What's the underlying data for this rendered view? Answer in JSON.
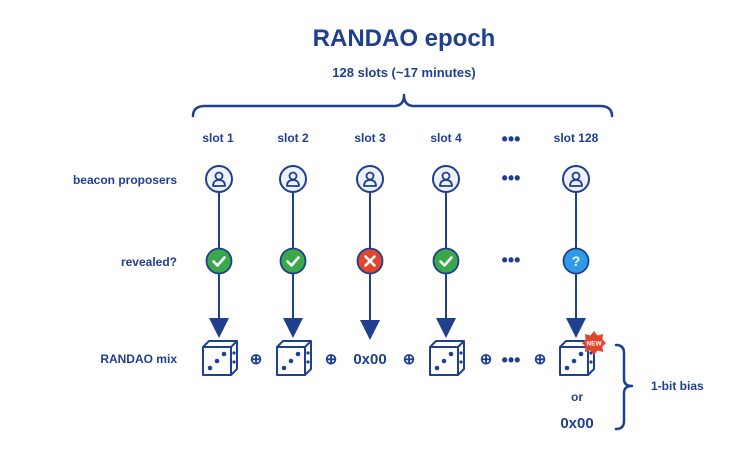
{
  "title": "RANDAO epoch",
  "subtitle": "128 slots (~17 minutes)",
  "rows": {
    "proposers": "beacon proposers",
    "revealed": "revealed?",
    "mix": "RANDAO mix"
  },
  "slots": [
    {
      "label": "slot 1",
      "status": "check",
      "mix": "dice"
    },
    {
      "label": "slot 2",
      "status": "check",
      "mix": "dice"
    },
    {
      "label": "slot 3",
      "status": "cross",
      "mix": "0x00"
    },
    {
      "label": "slot 4",
      "status": "check",
      "mix": "dice"
    },
    {
      "label": "slot 128",
      "status": "question",
      "mix": "dice-new"
    }
  ],
  "ellipsis": "•••",
  "xor_symbol": "⊕",
  "new_badge": "NEW",
  "or_text": "or",
  "alt_mix": "0x00",
  "bias_label": "1-bit bias",
  "colors": {
    "primary": "#1f3f8f",
    "check": "#3aa74a",
    "cross": "#e0462f",
    "question": "#2f9be6",
    "badge": "#e0462f"
  }
}
